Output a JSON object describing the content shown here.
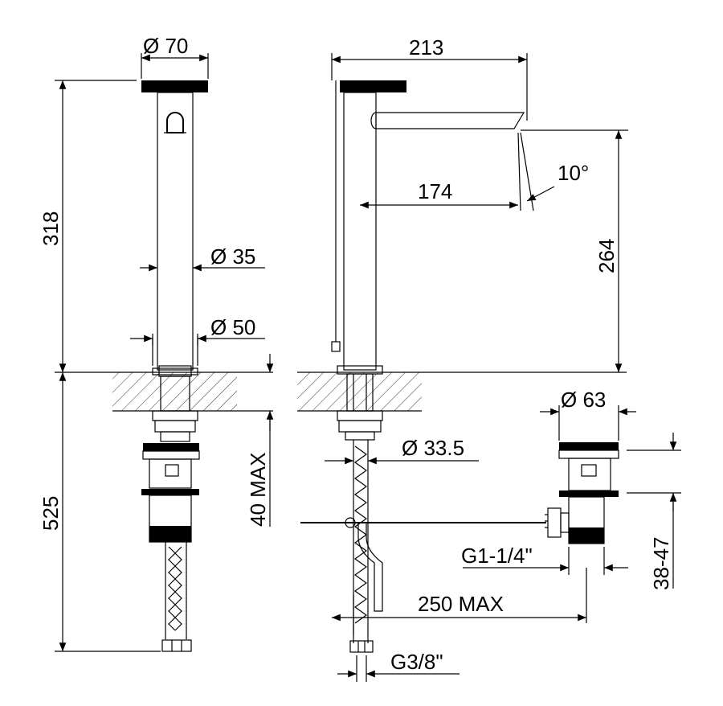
{
  "labels": {
    "dia70": "Ø 70",
    "dim318": "318",
    "dia35": "Ø 35",
    "dia50": "Ø 50",
    "dim525": "525",
    "dim40max": "40 MAX",
    "dim213": "213",
    "dim174": "174",
    "angle10": "10°",
    "dim264": "264",
    "dia33_5": "Ø 33.5",
    "dia63": "Ø 63",
    "g1_1_4": "G1-1/4\"",
    "dim38_47": "38-47",
    "dim250max": "250 MAX",
    "g3_8": "G3/8\""
  },
  "colors": {
    "line": "#000000",
    "background": "#ffffff"
  }
}
